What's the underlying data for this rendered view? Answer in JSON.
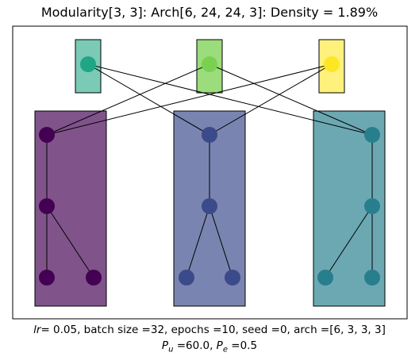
{
  "title": "Modularity[3, 3]: Arch[6, 24, 24, 3]: Density = 1.89%",
  "footer": {
    "line1_lr_symbol": "lr",
    "line1_rest": "=  0.05, batch size =32, epochs =10, seed =0, arch =[6, 3, 3, 3]",
    "pu_symbol": "P",
    "pu_sub": "u",
    "pu_value": " =60.0, ",
    "pe_symbol": "P",
    "pe_sub": "e",
    "pe_value": " =0.5"
  },
  "colors": {
    "module1": "#440154",
    "module2": "#3b4a8a",
    "module3": "#277f8e",
    "out1": "#21a685",
    "out2": "#7ad151",
    "out3": "#fde725"
  },
  "nodes": [
    {
      "id": "o1",
      "module": "out1"
    },
    {
      "id": "o2",
      "module": "out2"
    },
    {
      "id": "o3",
      "module": "out3"
    },
    {
      "id": "a1",
      "module": "module1"
    },
    {
      "id": "a2",
      "module": "module1"
    },
    {
      "id": "a3",
      "module": "module1"
    },
    {
      "id": "a4",
      "module": "module1"
    },
    {
      "id": "b1",
      "module": "module2"
    },
    {
      "id": "b2",
      "module": "module2"
    },
    {
      "id": "b3",
      "module": "module2"
    },
    {
      "id": "b4",
      "module": "module2"
    },
    {
      "id": "c1",
      "module": "module3"
    },
    {
      "id": "c2",
      "module": "module3"
    },
    {
      "id": "c3",
      "module": "module3"
    },
    {
      "id": "c4",
      "module": "module3"
    }
  ],
  "edges": [
    [
      "o1",
      "b1"
    ],
    [
      "o1",
      "c1"
    ],
    [
      "o2",
      "a1"
    ],
    [
      "o2",
      "c1"
    ],
    [
      "o3",
      "a1"
    ],
    [
      "o3",
      "b1"
    ],
    [
      "a1",
      "a2"
    ],
    [
      "a2",
      "a3"
    ],
    [
      "a2",
      "a4"
    ],
    [
      "b1",
      "b2"
    ],
    [
      "b2",
      "b3"
    ],
    [
      "b2",
      "b4"
    ],
    [
      "c1",
      "c2"
    ],
    [
      "c2",
      "c3"
    ],
    [
      "c2",
      "c4"
    ]
  ]
}
